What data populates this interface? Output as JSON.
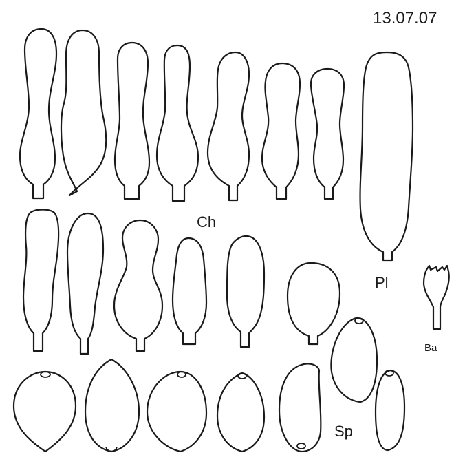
{
  "date": "13.07.07",
  "labels": {
    "cheilocystidia": "Ch",
    "pleurocystidium": "Pl",
    "basidium": "Ba",
    "spores": "Sp"
  }
}
